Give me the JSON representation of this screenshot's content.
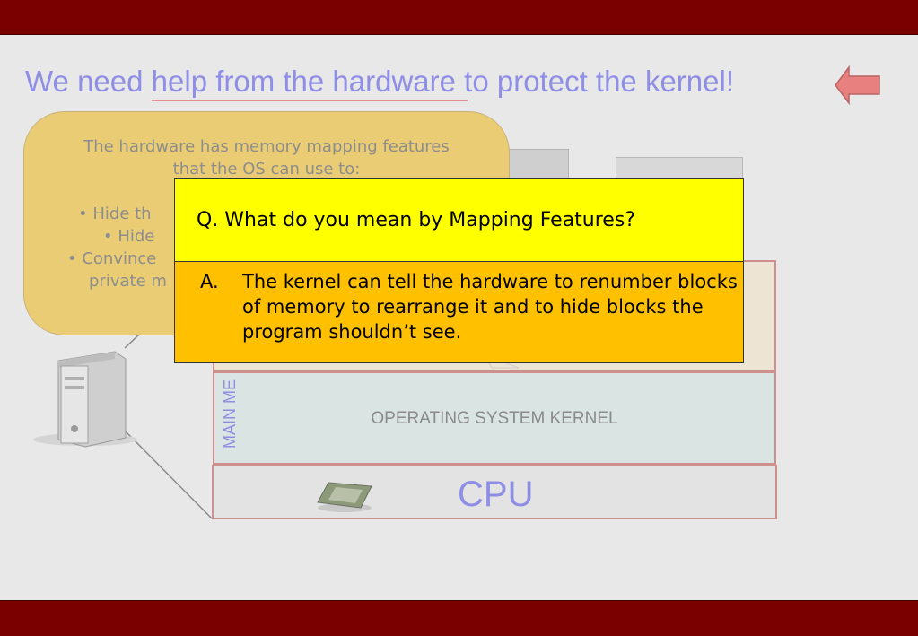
{
  "title": {
    "prefix": "We need ",
    "emphasis": "help from the hardware ",
    "suffix": "to protect the kernel!"
  },
  "nav": {
    "back_icon": "left-arrow-icon"
  },
  "bubble": {
    "intro_line1": "The hardware has memory mapping features",
    "intro_line2": "that the OS can use to:",
    "bullet1": "•  Hide th",
    "bullet2": "•  Hide",
    "bullet3": "•  Convince",
    "bullet3_cont": "private m"
  },
  "diagram": {
    "memory_label": "MAIN ME",
    "kernel_label": "OPERATING SYSTEM KERNEL",
    "cpu_label": "CPU",
    "computer_icon": "computer-tower-icon",
    "chip_icon": "cpu-chip-icon"
  },
  "question": {
    "text": "Q. What do you mean by Mapping Features?"
  },
  "answer": {
    "marker": "A.",
    "text": "The kernel can tell the hardware to renumber blocks of memory to rearrange it and to hide blocks the program shouldn’t see."
  },
  "colors": {
    "bar": "#7a0000",
    "title": "#8e8ee6",
    "bubble": "#e9cc74",
    "question_bg": "#ffff00",
    "answer_bg": "#ffc000",
    "box_border": "#cf8f8f"
  }
}
